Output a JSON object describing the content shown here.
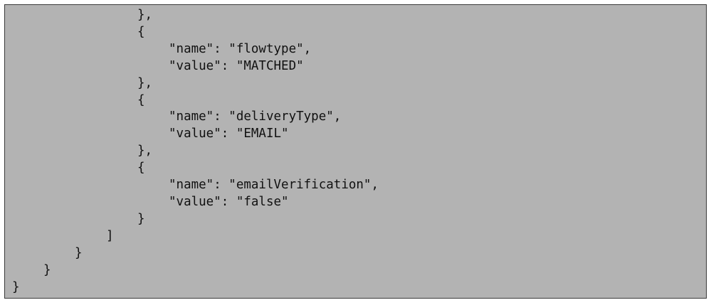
{
  "code": {
    "lines": [
      "},",
      "{",
      "\"name\": \"flowtype\",",
      "\"value\": \"MATCHED\"",
      "},",
      "{",
      "\"name\": \"deliveryType\",",
      "\"value\": \"EMAIL\"",
      "},",
      "{",
      "\"name\": \"emailVerification\",",
      "\"value\": \"false\"",
      "}",
      "]",
      "}",
      "}",
      "}"
    ]
  }
}
